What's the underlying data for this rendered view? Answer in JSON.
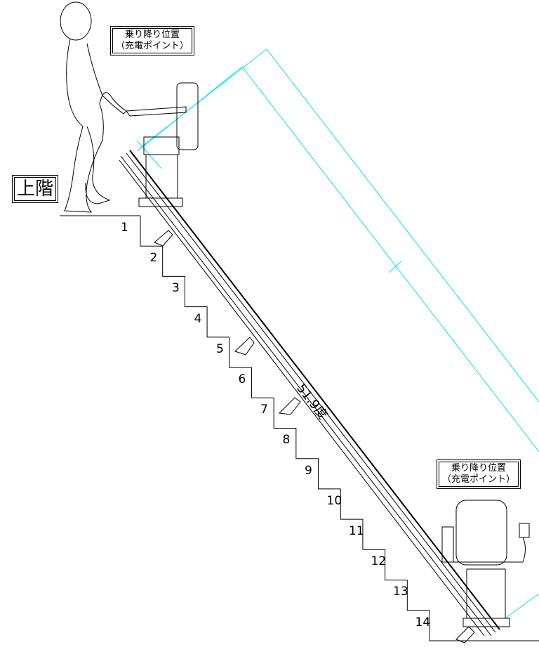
{
  "labels": {
    "top_station": [
      "乗り降り位置",
      "（充電ポイント）"
    ],
    "bottom_station": [
      "乗り降り位置",
      "（充電ポイント）"
    ],
    "upper_floor": "上階",
    "angle": "51.9度"
  },
  "steps": [
    "1",
    "2",
    "3",
    "4",
    "5",
    "6",
    "7",
    "8",
    "9",
    "10",
    "11",
    "12",
    "13",
    "14"
  ],
  "colors": {
    "line": "#000000",
    "dimension": "#00e5ee"
  }
}
